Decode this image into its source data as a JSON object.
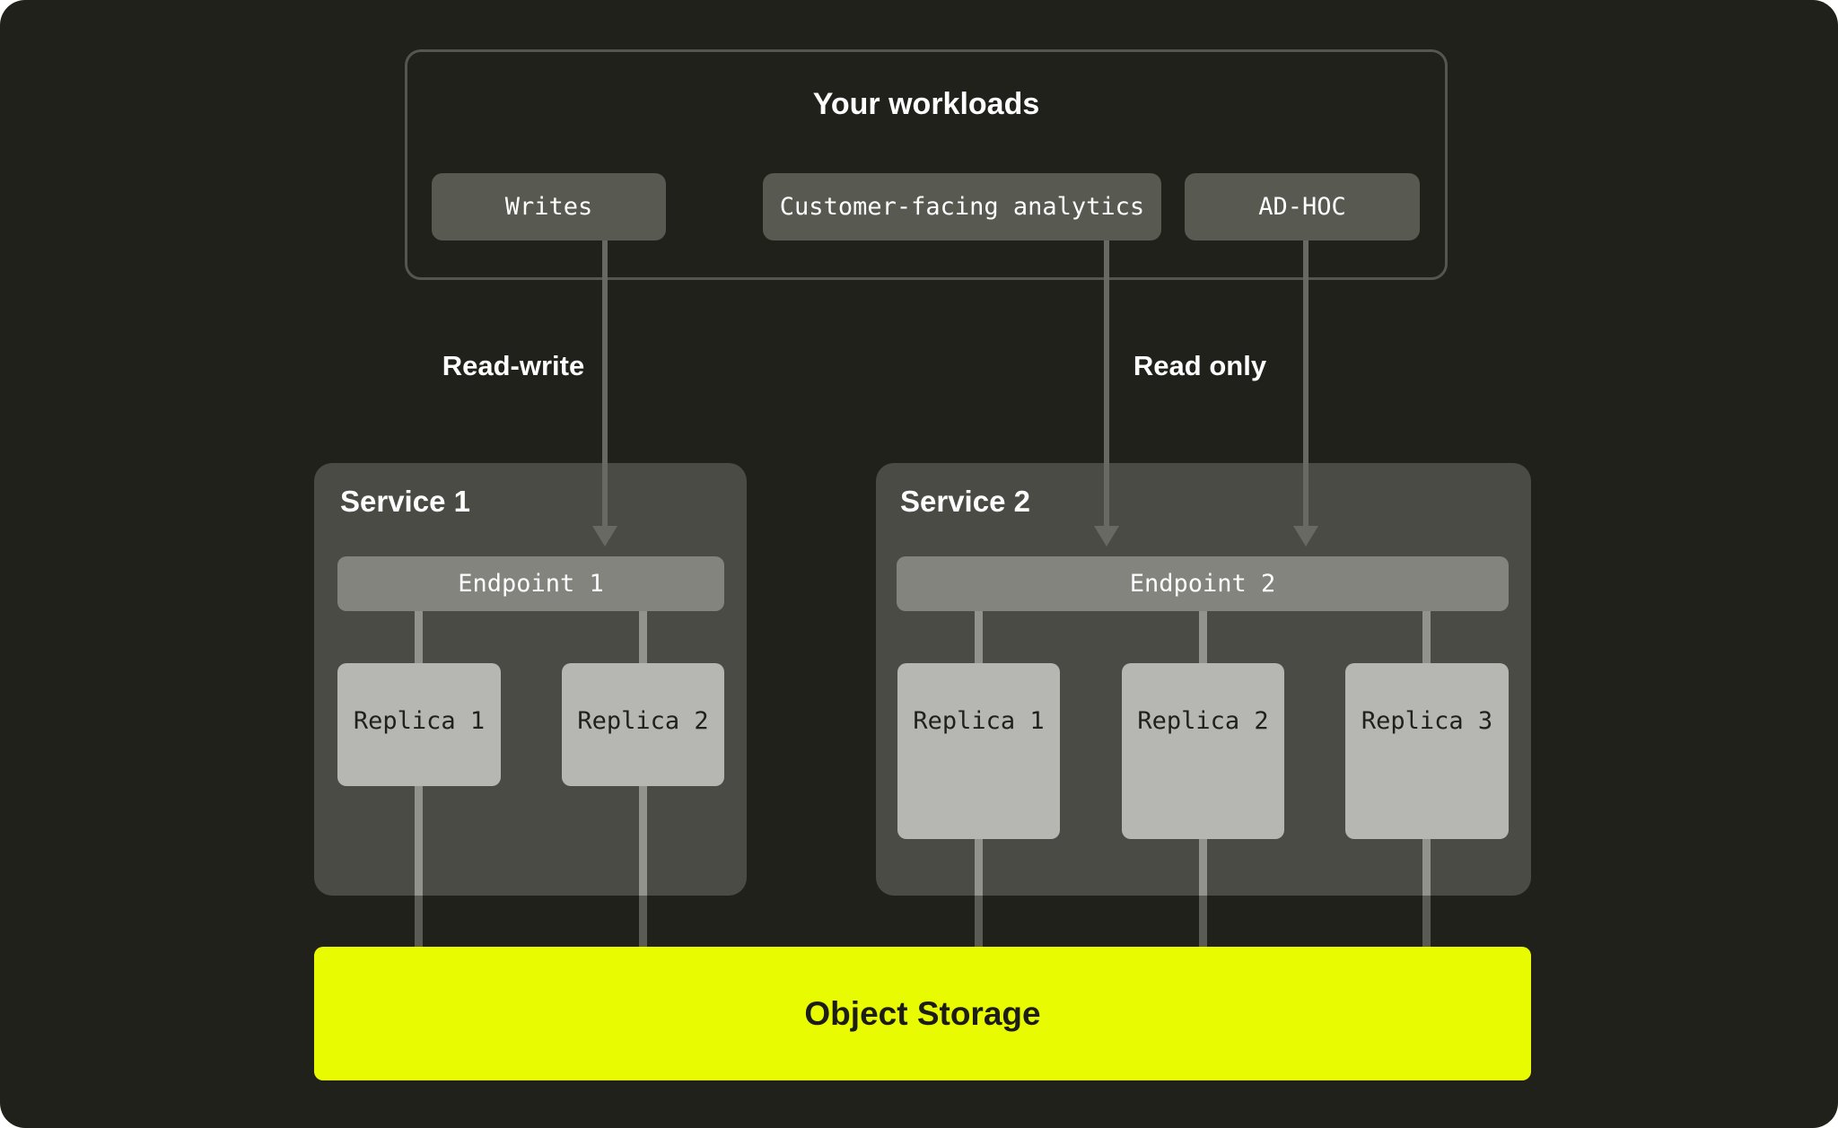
{
  "theme": {
    "page_bg": "#ffffff",
    "panel_bg": "#20211a",
    "workloads_border": "#55564f",
    "pill_bg": "#585951",
    "service_bg": "#4a4b44",
    "endpoint_bg": "#83847e",
    "replica_bg": "#b6b7b2",
    "storage_bg": "#e9fb00",
    "line_color": "#686962",
    "connector_color": "#92938d",
    "text_light": "#ffffff",
    "text_dark": "#20211a"
  },
  "workloads": {
    "title": "Your workloads",
    "pills": [
      {
        "label": "Writes"
      },
      {
        "label": "Customer-facing analytics"
      },
      {
        "label": "AD-HOC"
      }
    ]
  },
  "flow_labels": {
    "read_write": "Read-write",
    "read_only": "Read only"
  },
  "services": [
    {
      "name": "Service 1",
      "endpoint": "Endpoint 1",
      "replicas": [
        {
          "label": "Replica 1"
        },
        {
          "label": "Replica 2"
        }
      ]
    },
    {
      "name": "Service 2",
      "endpoint": "Endpoint 2",
      "replicas": [
        {
          "label": "Replica 1"
        },
        {
          "label": "Replica 2"
        },
        {
          "label": "Replica 3"
        }
      ]
    }
  ],
  "storage": {
    "label": "Object Storage"
  }
}
